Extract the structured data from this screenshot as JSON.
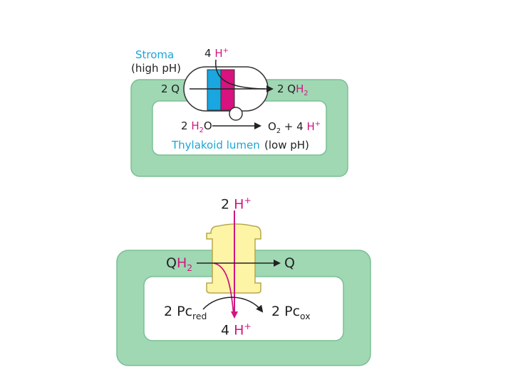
{
  "colors": {
    "membrane": "#9fd8b3",
    "membrane_stroke": "#7bbf94",
    "lumen": "#ffffff",
    "cyan_band": "#1aa6e0",
    "magenta_band": "#d8127f",
    "magenta": "#d0167f",
    "teal_text": "#1aa6d6",
    "yellow_protein": "#fdf4a6",
    "yellow_stroke": "#b5a84a",
    "arrow": "#222222"
  },
  "top_panel": {
    "stroma_label": "Stroma",
    "stroma_ph": "(high pH)",
    "protons_in": {
      "coef": "4 ",
      "species": "H",
      "sup": "+"
    },
    "q_in": "2 Q",
    "qh2_out": {
      "coef": "2 Q",
      "species": "H",
      "sub": "2"
    },
    "water": {
      "coef": "2 ",
      "h": "H",
      "sub": "2",
      "o": "O"
    },
    "products": {
      "o": "O",
      "sub": "2",
      "plus": " + 4 ",
      "h": "H",
      "sup": "+"
    },
    "lumen_label": "Thylakoid lumen",
    "lumen_ph": "(low pH)"
  },
  "bottom_panel": {
    "protons_out": {
      "coef": "2 ",
      "species": "H",
      "sup": "+"
    },
    "qh2_in": {
      "q": "Q",
      "h": "H",
      "sub": "2"
    },
    "q_out": "Q",
    "pc_red": {
      "main": "2 Pc",
      "sub": "red"
    },
    "pc_ox": {
      "main": "2 Pc",
      "sub": "ox"
    },
    "protons_lumen": {
      "coef": "4 ",
      "species": "H",
      "sup": "+"
    }
  }
}
